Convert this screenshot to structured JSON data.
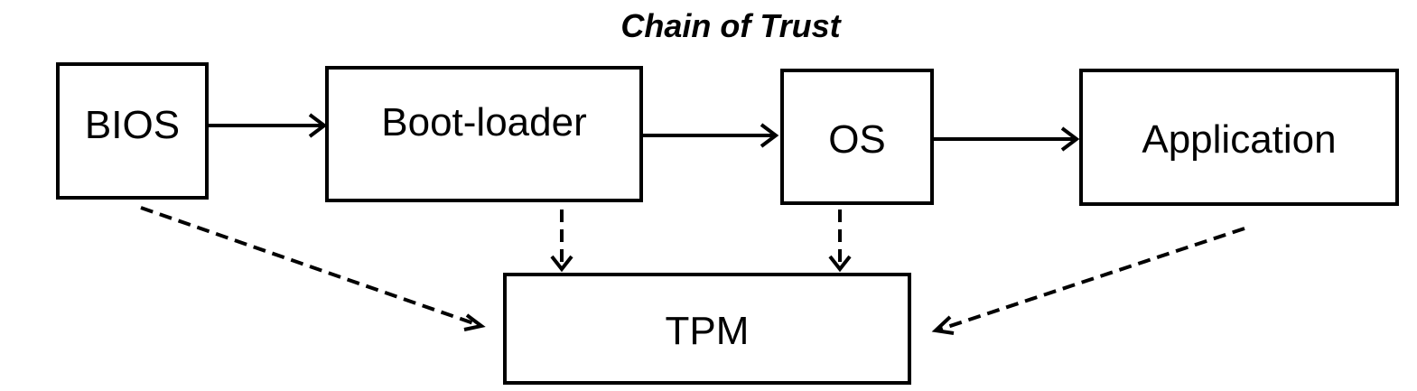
{
  "diagram": {
    "title": "Chain of Trust",
    "nodes": {
      "bios": "BIOS",
      "bootloader": "Boot-loader",
      "os": "OS",
      "application": "Application",
      "tpm": "TPM"
    },
    "chain_edges": [
      {
        "from": "BIOS",
        "to": "Boot-loader",
        "style": "solid"
      },
      {
        "from": "Boot-loader",
        "to": "OS",
        "style": "solid"
      },
      {
        "from": "OS",
        "to": "Application",
        "style": "solid"
      }
    ],
    "measurement_edges": [
      {
        "from": "BIOS",
        "to": "TPM",
        "style": "dashed"
      },
      {
        "from": "Boot-loader",
        "to": "TPM",
        "style": "dashed"
      },
      {
        "from": "OS",
        "to": "TPM",
        "style": "dashed"
      },
      {
        "from": "Application",
        "to": "TPM",
        "style": "dashed"
      }
    ],
    "colors": {
      "stroke": "#000000",
      "background": "#ffffff"
    }
  }
}
